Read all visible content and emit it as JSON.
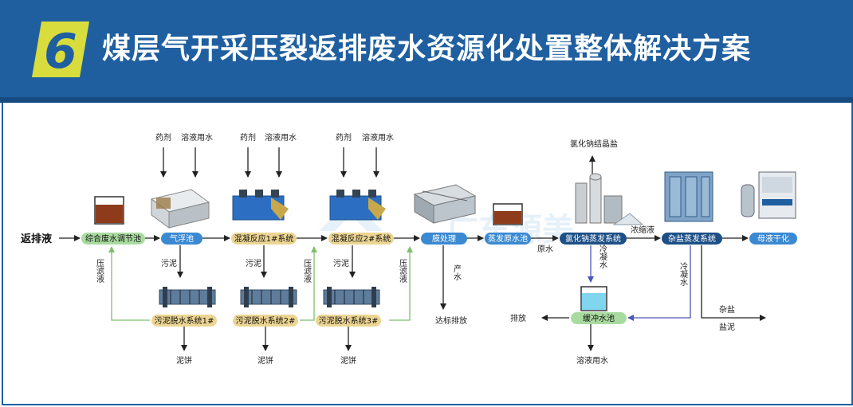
{
  "header": {
    "number": "6",
    "title": "煤层气开采压裂返排废水资源化处置整体解决方案"
  },
  "nodes": {
    "input": "返排液",
    "equalization": "综合废水调节池",
    "flotation": "气浮池",
    "coag1": "混凝反应1#系统",
    "coag2": "混凝反应2#系统",
    "membrane": "膜处理",
    "evap_tank": "蒸发原水池",
    "nacl_evap": "氯化钠蒸发系统",
    "mixed_evap": "杂盐蒸发系统",
    "mother_dry": "母液干化",
    "dewater1": "污泥脱水系统1#",
    "dewater2": "污泥脱水系统2#",
    "dewater3": "污泥脱水系统3#",
    "buffer": "缓冲水池"
  },
  "labels": {
    "reagent": "药剂",
    "solution_water": "溶液用水",
    "sludge": "污泥",
    "filtrate": "压滤液",
    "cake": "泥饼",
    "product_water": "产水",
    "discharge_std": "达标排放",
    "raw_water": "原水",
    "nacl_crystal": "氯化钠结晶盐",
    "concentrate": "浓缩液",
    "condensate": "冷凝水",
    "discharge": "排放",
    "mixed_salt": "杂盐",
    "salt_mud": "盐泥"
  },
  "colors": {
    "header": "#1f5fa0",
    "badge": "#d8dc3c",
    "green_node": "#a9dba0",
    "blue_node": "#3b89d1",
    "tan_node": "#ecd592",
    "dark_node": "#1d4f86",
    "green_line": "#7ec06b",
    "blue_line": "#4a55b8"
  }
}
